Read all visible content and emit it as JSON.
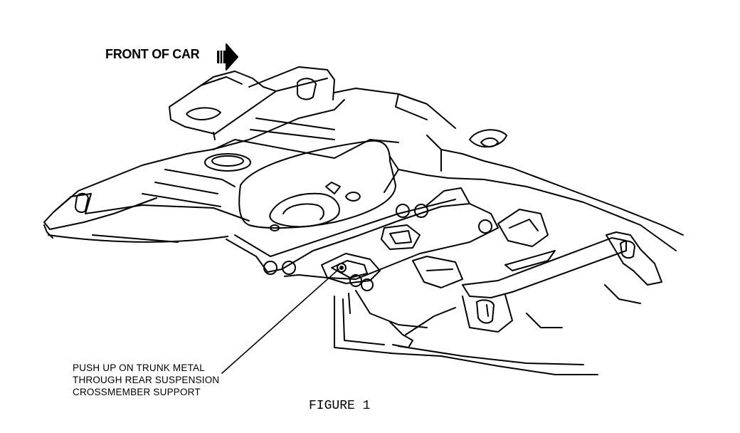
{
  "front_label": "FRONT OF CAR",
  "callout": {
    "lines": [
      "PUSH UP ON TRUNK METAL",
      "THROUGH REAR SUSPENSION",
      "CROSSMEMBER SUPPORT"
    ]
  },
  "caption": "FIGURE 1",
  "colors": {
    "ink": "#000000",
    "paper": "#ffffff"
  }
}
